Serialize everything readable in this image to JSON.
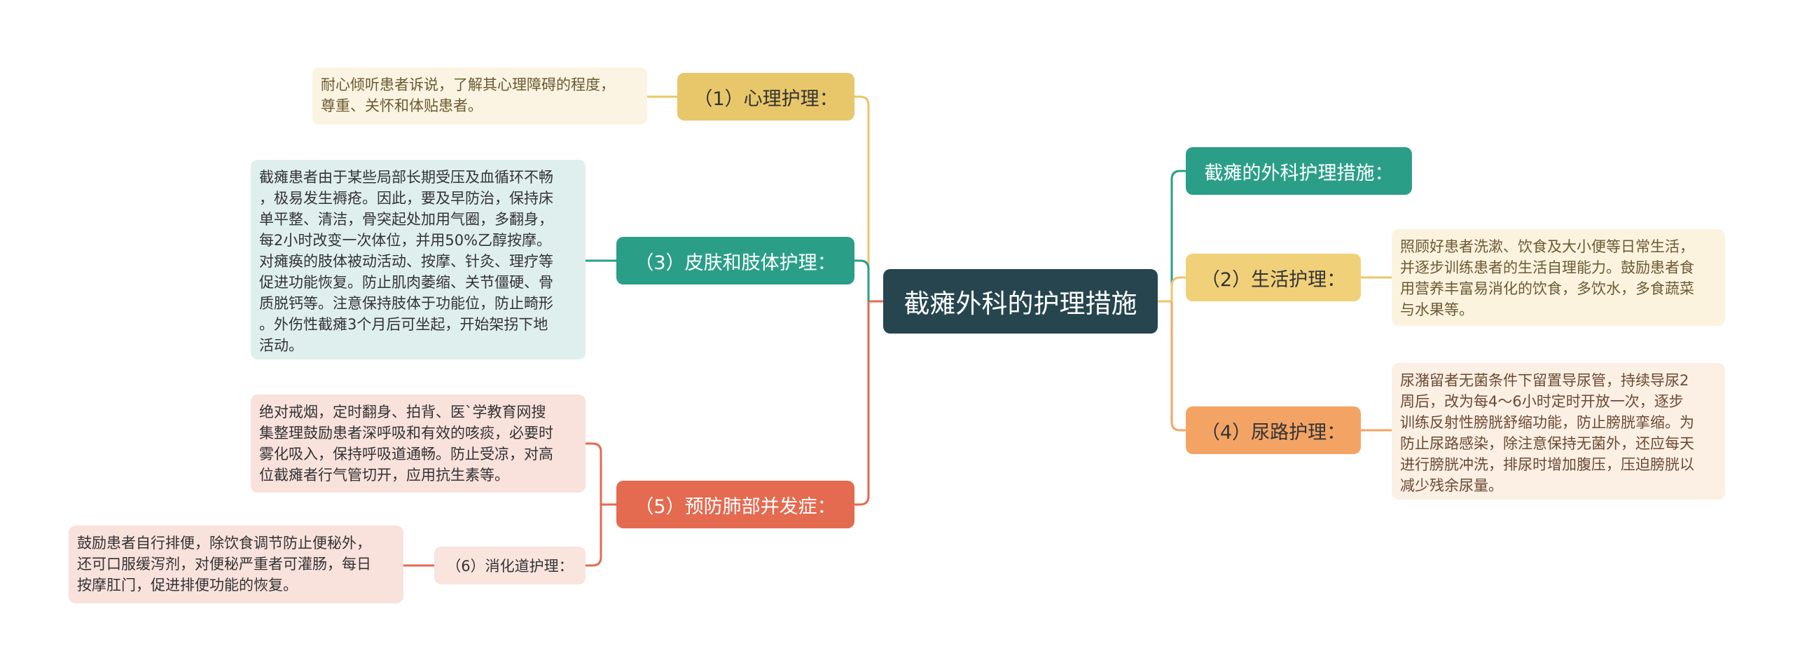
{
  "root": {
    "label": "截瘫外科的护理措施"
  },
  "left_branches": [
    {
      "label": "（1）心理护理：",
      "text": [
        "耐心倾听患者诉说，了解其心理障碍的程度，",
        "尊重、关怀和体贴患者。"
      ]
    },
    {
      "label": "（3）皮肤和肢体护理：",
      "text": [
        "截瘫患者由于某些局部长期受压及血循环不畅",
        "，极易发生褥疮。因此，要及早防治，保持床",
        "单平整、清洁，骨突起处加用气圈，多翻身，",
        "每2小时改变一次体位，并用50%乙醇按摩。",
        "对瘫痪的肢体被动活动、按摩、针灸、理疗等",
        "促进功能恢复。防止肌肉萎缩、关节僵硬、骨",
        "质脱钙等。注意保持肢体于功能位，防止畸形",
        "。外伤性截瘫3个月后可坐起，开始架拐下地",
        "活动。"
      ]
    },
    {
      "label": "（5）预防肺部并发症：",
      "text": [
        "绝对戒烟，定时翻身、拍背、医`学教育网搜",
        "集整理鼓励患者深呼吸和有效的咳痰，必要时",
        "雾化吸入，保持呼吸道通畅。防止受凉，对高",
        "位截瘫者行气管切开，应用抗生素等。"
      ]
    },
    {
      "label": "（6）消化道护理：",
      "text": [
        "鼓励患者自行排便，除饮食调节防止便秘外，",
        "还可口服缓泻剂，对便秘严重者可灌肠，每日",
        "按摩肛门，促进排便功能的恢复。"
      ]
    }
  ],
  "right_branches": [
    {
      "label": "截瘫的外科护理措施："
    },
    {
      "label": "（2）生活护理：",
      "text": [
        "照顾好患者洗漱、饮食及大小便等日常生活，",
        "并逐步训练患者的生活自理能力。鼓励患者食",
        "用营养丰富易消化的饮食，多饮水，多食蔬菜",
        "与水果等。"
      ]
    },
    {
      "label": "（4）尿路护理：",
      "text": [
        "尿潴留者无菌条件下留置导尿管，持续导尿2",
        "周后，改为每4～6小时定时开放一次，逐步",
        "训练反射性膀胱舒缩功能，防止膀胱挛缩。为",
        "防止尿路感染，除注意保持无菌外，还应每天",
        "进行膀胱冲洗，排尿时增加腹压，压迫膀胱以",
        "减少残余尿量。"
      ]
    }
  ],
  "colors": {
    "root": "#26454f",
    "yellow": "#e8c76b",
    "teal": "#2b9e88",
    "red": "#e46a50",
    "orange": "#f3a465"
  }
}
